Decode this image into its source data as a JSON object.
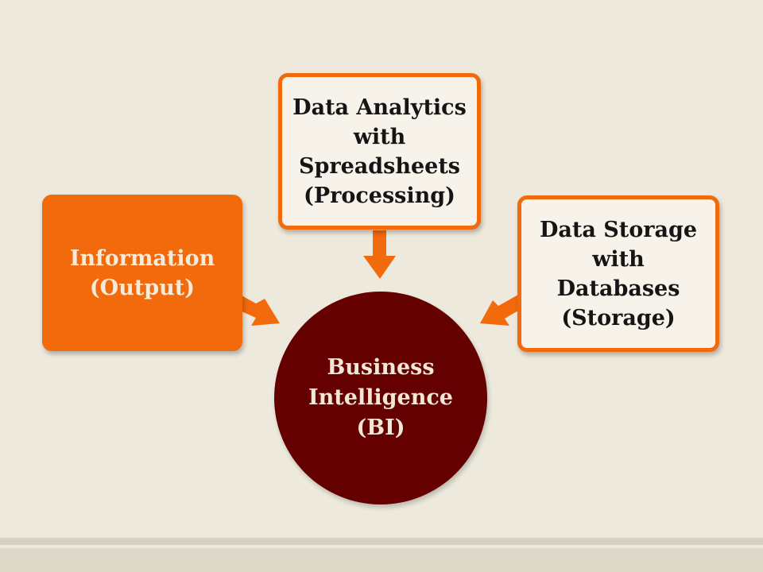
{
  "nodes": {
    "output": "Information\n(Output)",
    "processing": "Data Analytics\nwith\nSpreadsheets\n(Processing)",
    "storage": "Data Storage\nwith\nDatabases\n(Storage)",
    "center": "Business\nIntelligence\n(BI)"
  },
  "colors": {
    "background": "#ede9dc",
    "accent_orange": "#f26a0c",
    "circle_maroon": "#640000",
    "box_fill": "#f7f3ea"
  },
  "edges": [
    {
      "from": "output",
      "to": "center"
    },
    {
      "from": "processing",
      "to": "center"
    },
    {
      "from": "storage",
      "to": "center"
    }
  ]
}
